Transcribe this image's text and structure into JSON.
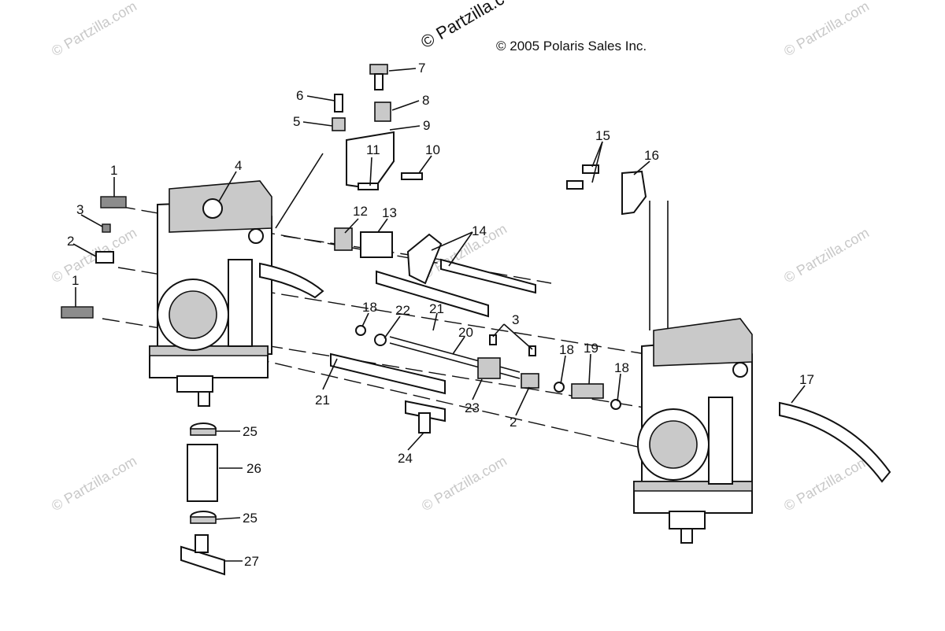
{
  "copyright": "© 2005 Polaris Sales Inc.",
  "watermark": {
    "text": "© Partzilla.com",
    "top_text": "© Partzilla.c"
  },
  "callouts": [
    "1",
    "2",
    "3",
    "4",
    "5",
    "6",
    "7",
    "8",
    "9",
    "10",
    "11",
    "12",
    "13",
    "14",
    "15",
    "16",
    "17",
    "18",
    "19",
    "20",
    "21",
    "22",
    "23",
    "24",
    "25",
    "26",
    "27"
  ],
  "labels": {
    "l1a": "1",
    "l1b": "1",
    "l2a": "2",
    "l2b": "2",
    "l3a": "3",
    "l3b": "3",
    "l4": "4",
    "l5": "5",
    "l6": "6",
    "l7": "7",
    "l8": "8",
    "l9": "9",
    "l10": "10",
    "l11": "11",
    "l12": "12",
    "l13": "13",
    "l14": "14",
    "l15": "15",
    "l16": "16",
    "l17": "17",
    "l18a": "18",
    "l18b": "18",
    "l18c": "18",
    "l19": "19",
    "l20": "20",
    "l21a": "21",
    "l21b": "21",
    "l22": "22",
    "l23": "23",
    "l24": "24",
    "l25a": "25",
    "l25b": "25",
    "l26": "26",
    "l27": "27"
  }
}
